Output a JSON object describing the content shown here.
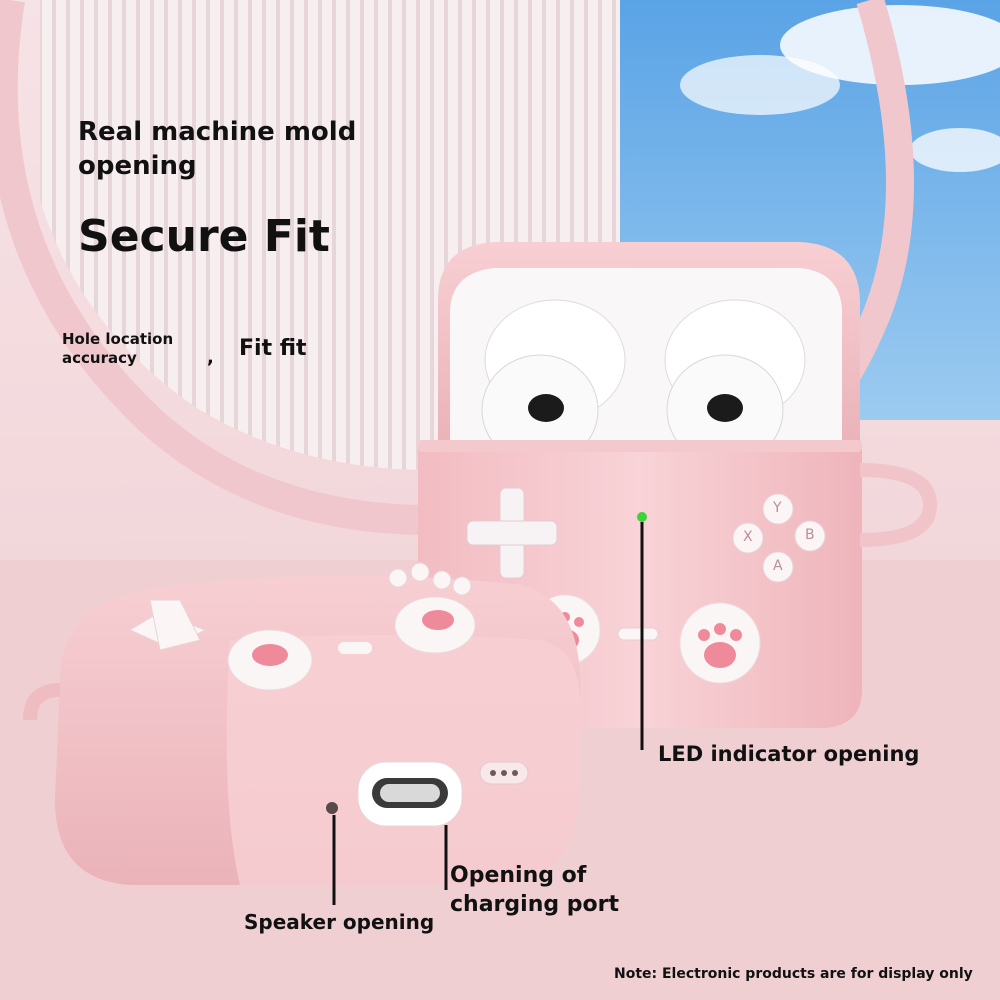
{
  "headline": "Real machine mold opening",
  "subhead": "Secure Fit",
  "feature_left": "Hole location accuracy",
  "separator": ",",
  "feature_right": "Fit fit",
  "callouts": {
    "led": "LED indicator opening",
    "charging": "Opening of charging port",
    "speaker": "Speaker opening"
  },
  "note": "Note: Electronic products are for display only",
  "button_letters": {
    "y": "Y",
    "x": "X",
    "b": "B",
    "a": "A"
  },
  "colors": {
    "case_pink": "#f4c4c8",
    "background": "#f3d9dc",
    "sky": "#6fb0e6",
    "led": "#3bd33b"
  }
}
